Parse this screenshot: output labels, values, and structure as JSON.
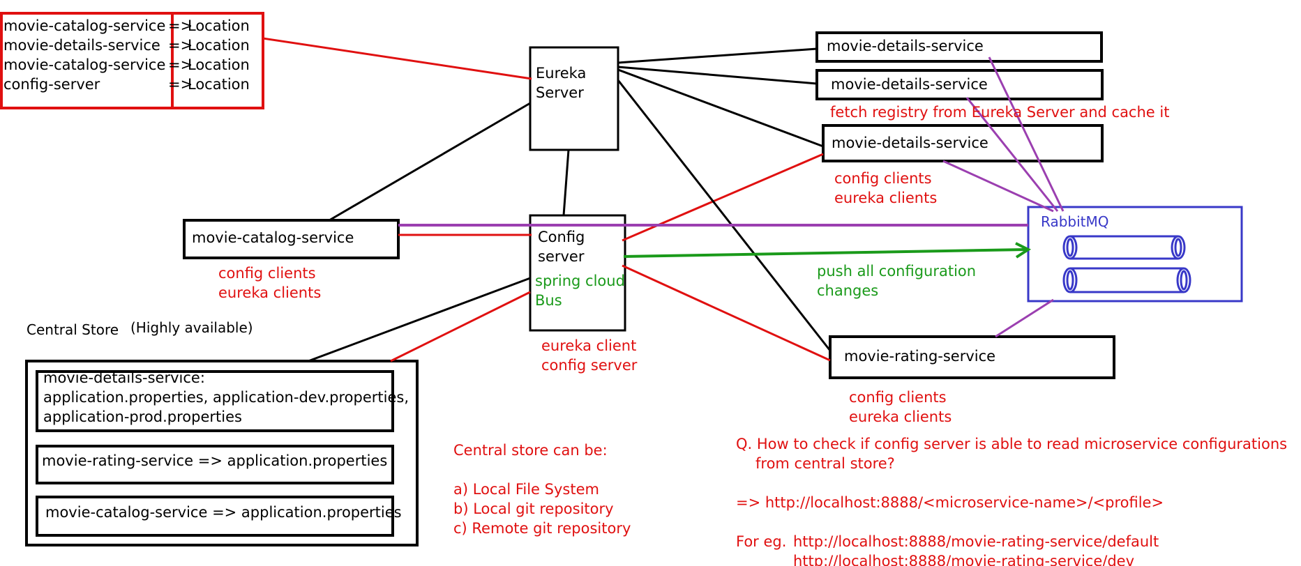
{
  "registry": {
    "rows": [
      {
        "service": "movie-catalog-service",
        "arrow": "=>",
        "value": "Location"
      },
      {
        "service": "movie-details-service",
        "arrow": "=>",
        "value": "Location"
      },
      {
        "service": "movie-catalog-service",
        "arrow": "=>",
        "value": "Location"
      },
      {
        "service": "config-server",
        "arrow": "=>",
        "value": "Location"
      }
    ]
  },
  "eureka": {
    "line1": "Eureka",
    "line2": "Server"
  },
  "config_server": {
    "line1": "Config",
    "line2": "server",
    "bus1": "spring cloud",
    "bus2": "Bus",
    "role1": "eureka client",
    "role2": "config server"
  },
  "details_services": {
    "box1": "movie-details-service",
    "box2": "movie-details-service",
    "box3": "movie-details-service",
    "fetch_note": "fetch registry from Eureka Server and cache it",
    "clients1": "config clients",
    "clients2": "eureka clients"
  },
  "catalog_service": {
    "label": "movie-catalog-service",
    "clients1": "config clients",
    "clients2": "eureka clients"
  },
  "rabbitmq": {
    "label": "RabbitMQ"
  },
  "push_note": {
    "line1": "push all configuration",
    "line2": "changes"
  },
  "rating_service": {
    "label": "movie-rating-service",
    "clients1": "config clients",
    "clients2": "eureka clients"
  },
  "central_store": {
    "title": "Central Store",
    "availability": "(Highly available)",
    "details_line1": "movie-details-service:",
    "details_line2": "application.properties, application-dev.properties,",
    "details_line3": "application-prod.properties",
    "rating_props": "movie-rating-service => application.properties",
    "catalog_props": "movie-catalog-service => application.properties"
  },
  "store_options": {
    "heading": "Central store can be:",
    "a": "a) Local File System",
    "b": "b) Local git repository",
    "c": "c) Remote git repository"
  },
  "qa": {
    "q1": "Q. How to check if config server is able to read microservice configurations",
    "q2": "from central store?",
    "answer": "=> http://localhost:8888/<microservice-name>/<profile>",
    "eg_prefix": "For eg.",
    "eg1": "http://localhost:8888/movie-rating-service/default",
    "eg2": "http://localhost:8888/movie-rating-service/dev"
  },
  "colors": {
    "red": "#e01010",
    "black": "#000000",
    "green": "#1a9a1a",
    "purple": "#9b3fb0",
    "blue": "#3838c8"
  }
}
